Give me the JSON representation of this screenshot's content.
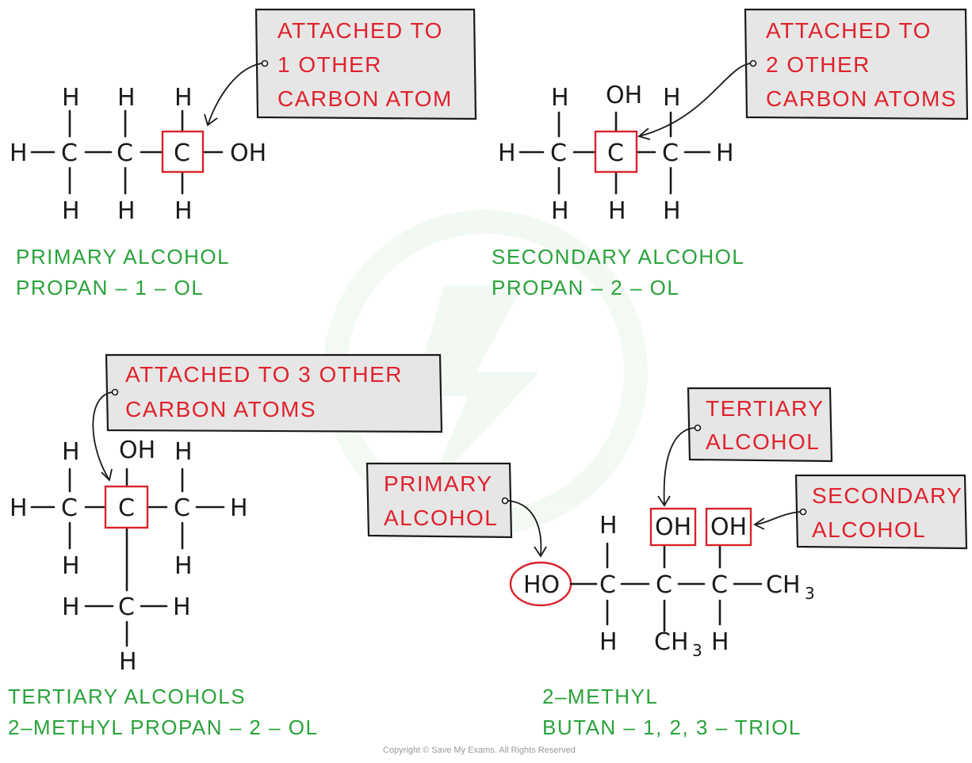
{
  "atoms": {
    "H": "H",
    "C": "C",
    "OH": "OH",
    "HO": "HO",
    "CH": "CH",
    "sub3": "3"
  },
  "callouts": {
    "primary_1": {
      "line1": "ATTACHED TO",
      "line2": "1 OTHER",
      "line3": "CARBON ATOM"
    },
    "secondary_2": {
      "line1": "ATTACHED TO",
      "line2": "2 OTHER",
      "line3": "CARBON ATOMS"
    },
    "tertiary_3": {
      "line1": "ATTACHED TO 3 OTHER",
      "line2": "CARBON ATOMS"
    },
    "triol_tertiary": {
      "line1": "TERTIARY",
      "line2": "ALCOHOL"
    },
    "triol_primary": {
      "line1": "PRIMARY",
      "line2": "ALCOHOL"
    },
    "triol_secondary": {
      "line1": "SECONDARY",
      "line2": "ALCOHOL"
    }
  },
  "captions": {
    "propan1ol": {
      "line1": "PRIMARY  ALCOHOL",
      "line2": "PROPAN – 1 – OL"
    },
    "propan2ol": {
      "line1": "SECONDARY  ALCOHOL",
      "line2": "PROPAN – 2 – OL"
    },
    "methylpropan2ol": {
      "line1": "TERTIARY  ALCOHOLS",
      "line2": "2–METHYL  PROPAN – 2 – OL"
    },
    "triol": {
      "line1": "2–METHYL",
      "line2": "BUTAN – 1, 2, 3 – TRIOL"
    }
  },
  "copyright": "Copyright © Save My Exams. All Rights Reserved",
  "colors": {
    "label_red": "#e0222c",
    "caption_green": "#2aa33a",
    "box_grey": "#e6e6e6",
    "highlight_red": "#d8232a"
  }
}
